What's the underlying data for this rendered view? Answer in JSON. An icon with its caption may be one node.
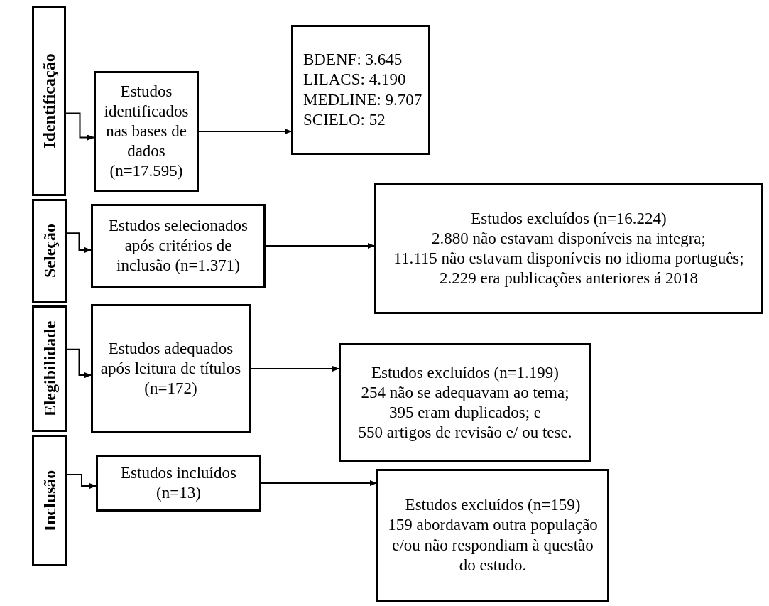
{
  "diagram": {
    "nodes": [
      {
        "text": [
          "Identificação"
        ]
      },
      {
        "text": [
          "Estudos identificados nas bases de dados (n=17.595)"
        ]
      },
      {
        "text": [
          "BDENF: 3.645",
          "LILACS: 4.190",
          "MEDLINE: 9.707",
          "SCIELO: 52"
        ]
      },
      {
        "text": [
          "Seleção"
        ]
      },
      {
        "text": [
          "Estudos selecionados após critérios de inclusão (n=1.371)"
        ]
      },
      {
        "text": [
          "Estudos excluídos (n=16.224)",
          "2.880 não estavam disponíveis na integra;",
          "11.115 não estavam disponíveis no idioma português;",
          "2.229 era publicações anteriores á 2018"
        ]
      },
      {
        "text": [
          "Elegibilidade"
        ]
      },
      {
        "text": [
          "Estudos adequados após leitura de títulos (n=172)"
        ]
      },
      {
        "text": [
          "Estudos excluídos (n=1.199)",
          "254 não se adequavam ao tema;",
          "395 eram duplicados; e",
          "550 artigos de revisão e/ ou tese."
        ]
      },
      {
        "text": [
          "Inclusão"
        ]
      },
      {
        "text": [
          "Estudos incluídos (n=13)"
        ]
      },
      {
        "text": [
          "Estudos excluídos (n=159)",
          "159 abordavam outra população e/ou não respondiam à questão do estudo."
        ]
      }
    ],
    "edges": [
      {
        "from": 0,
        "to": 1,
        "arrow": "to"
      },
      {
        "from": 1,
        "to": 2,
        "arrow": "to"
      },
      {
        "from": 3,
        "to": 4,
        "arrow": "to"
      },
      {
        "from": 4,
        "to": 5,
        "arrow": "to"
      },
      {
        "from": 6,
        "to": 7,
        "arrow": "to"
      },
      {
        "from": 7,
        "to": 8,
        "arrow": "to"
      },
      {
        "from": 9,
        "to": 10,
        "arrow": "to"
      },
      {
        "from": 10,
        "to": 11,
        "arrow": "to"
      }
    ]
  }
}
